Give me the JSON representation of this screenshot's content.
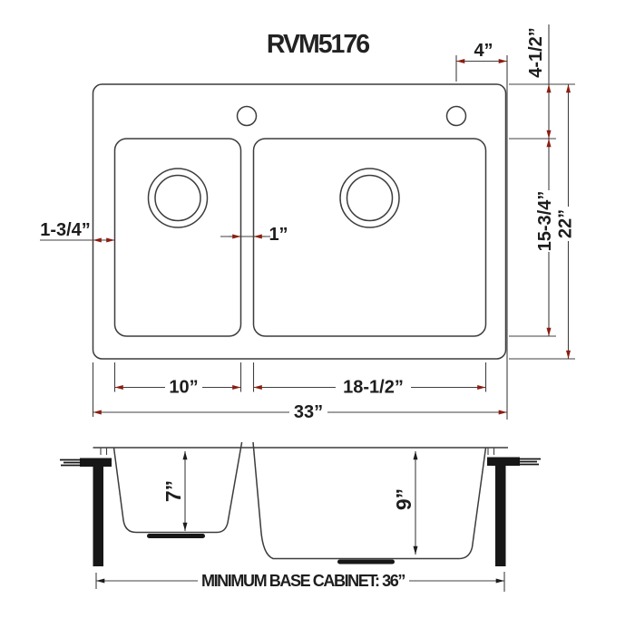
{
  "title": "RVM5176",
  "colors": {
    "line": "#404040",
    "arrow_red": "#8b1d12",
    "arrow_black": "#1c1c1c",
    "text": "#1d1d1d",
    "solid_black": "#171717"
  },
  "top_view": {
    "dim_faucet_to_edge": "4”",
    "dim_rim_to_bowl_top": "4-1/2”",
    "dim_bowl_front_to_back": "15-3/4”",
    "dim_overall_front_to_back": "22”",
    "dim_left_rim_width": "1-3/4”",
    "dim_divider_width": "1”",
    "dim_left_bowl_width": "10”",
    "dim_right_bowl_width": "18-1/2”",
    "dim_overall_width": "33”"
  },
  "section_view": {
    "dim_left_bowl_depth": "7”",
    "dim_right_bowl_depth": "9”",
    "cabinet_note": "MINIMUM BASE CABINET: 36”"
  }
}
